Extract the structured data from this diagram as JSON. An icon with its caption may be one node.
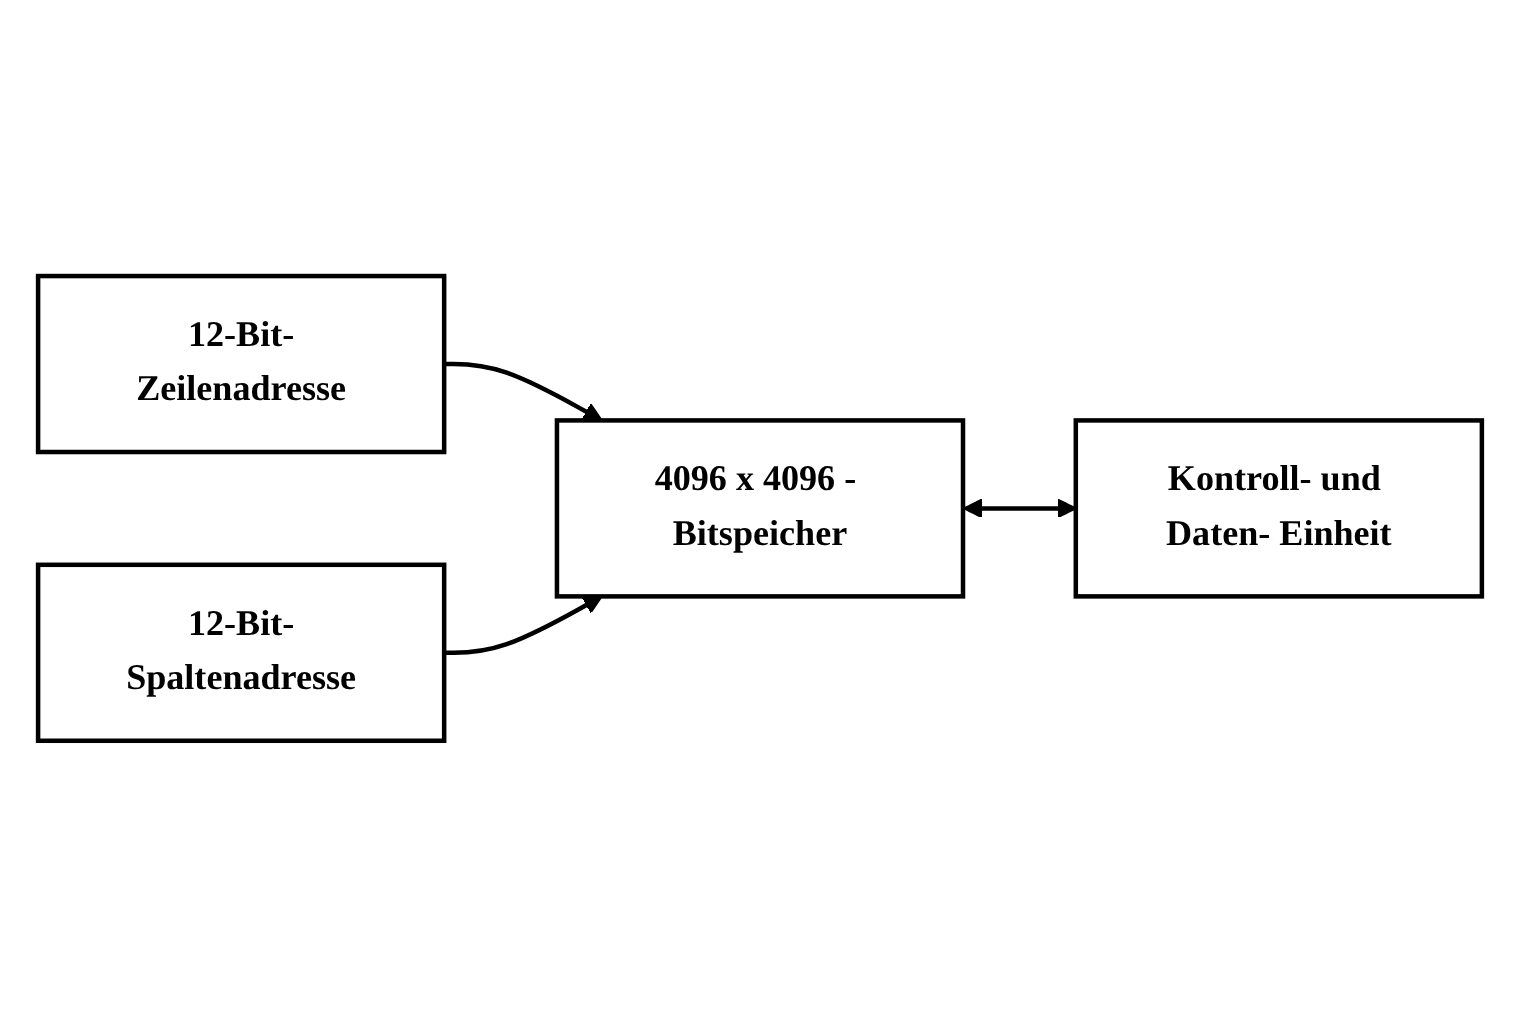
{
  "diagram": {
    "nodes": [
      {
        "text": [
          "12-Bit-Zeilenadresse"
        ]
      },
      {
        "text": [
          "4096 x 4096 - Bitspeicher"
        ]
      },
      {
        "text": [
          "Kontroll- und Daten- Einheit"
        ]
      },
      {
        "text": [
          "12-Bit-Spaltenadresse"
        ]
      }
    ],
    "edges": [
      {
        "from": 0,
        "to": 1,
        "arrow": "to"
      },
      {
        "from": 1,
        "to": 2,
        "arrow": "both"
      },
      {
        "from": 3,
        "to": 1,
        "arrow": "to"
      }
    ]
  }
}
